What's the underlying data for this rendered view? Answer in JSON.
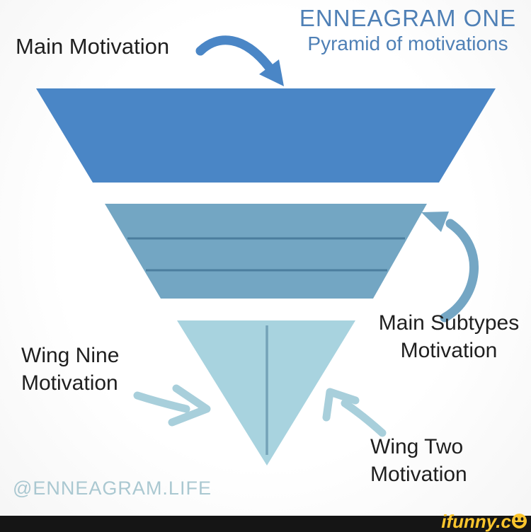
{
  "header": {
    "title": "ENNEAGRAM ONE",
    "subtitle": "Pyramid of motivations"
  },
  "annotations": {
    "main_motivation": "Main Motivation",
    "main_subtypes": {
      "line1": "Main Subtypes",
      "line2": "Motivation"
    },
    "wing_nine": {
      "line1": "Wing Nine",
      "line2": "Motivation"
    },
    "wing_two": {
      "line1": "Wing Two",
      "line2": "Motivation"
    }
  },
  "pyramid": {
    "type": "inverted-pyramid",
    "levels": [
      {
        "name": "main-motivation-level",
        "color": "#4a86c6",
        "divisions": 1
      },
      {
        "name": "main-subtypes-level",
        "color": "#73a6c3",
        "divisions": 3
      },
      {
        "name": "wing-motivations-level",
        "color": "#a8d3df",
        "divisions": 2
      }
    ]
  },
  "watermark": "@ENNEAGRAM.LIFE",
  "footer": {
    "brand_text": "ifunny.c"
  },
  "colors": {
    "title_text": "#4f80b6",
    "body_text": "#1f1f1f",
    "level1": "#4a86c6",
    "level2": "#73a6c3",
    "level3": "#a8d3df",
    "level2_divider": "#4b7d9e",
    "level3_divider": "#74a3b8",
    "arrow_top": "#4a86c6",
    "arrow_mid": "#74a6c4",
    "arrow_light": "#a8cfdb",
    "watermark_text": "#aac8d1",
    "footer_bg": "#151515",
    "footer_brand": "#fbc52d"
  }
}
